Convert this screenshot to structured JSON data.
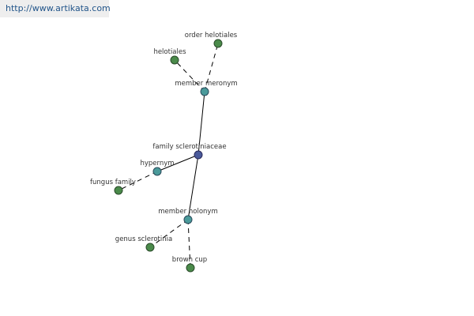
{
  "watermark": {
    "text": "http://www.artikata.com"
  },
  "colors": {
    "center_node": "#4a5a9a",
    "relation_node": "#4a9a9a",
    "leaf_node": "#4a8a4a",
    "edge": "#000000"
  },
  "graph": {
    "center": "family sclerotiniaceae",
    "relations": [
      {
        "label": "member meronym",
        "leaves": [
          "order helotiales",
          "helotiales"
        ]
      },
      {
        "label": "hypernym",
        "leaves": [
          "fungus family"
        ]
      },
      {
        "label": "member holonym",
        "leaves": [
          "genus sclerotinia",
          "brown cup"
        ]
      }
    ]
  }
}
